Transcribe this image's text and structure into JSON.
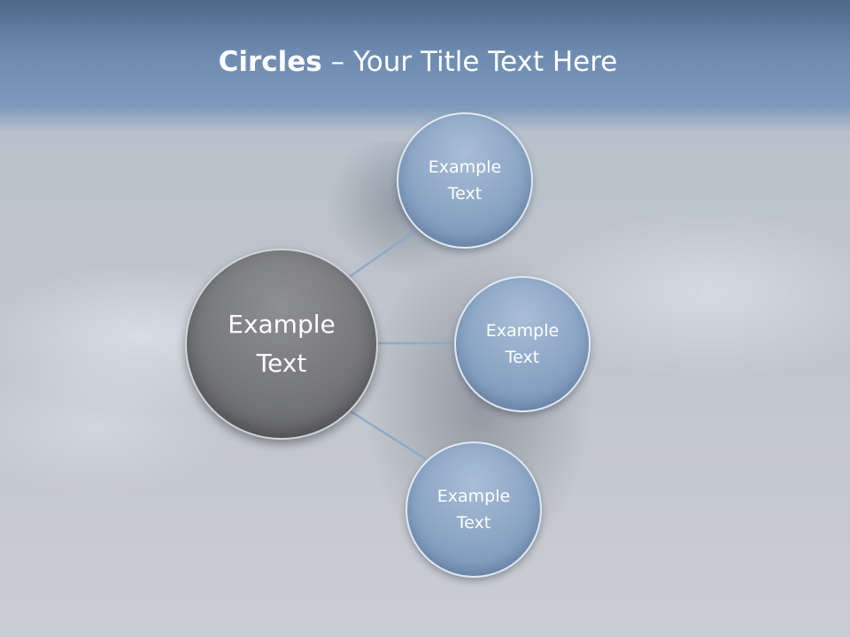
{
  "title": {
    "bold": "Circles",
    "rest": " – Your Title Text Here"
  },
  "diagram": {
    "center": {
      "line1": "Example",
      "line2": "Text"
    },
    "nodes": [
      {
        "line1": "Example",
        "line2": "Text"
      },
      {
        "line1": "Example",
        "line2": "Text"
      },
      {
        "line1": "Example",
        "line2": "Text"
      }
    ]
  },
  "colors": {
    "center_fill": "#76777a",
    "node_fill": "#8aa4c4",
    "connector": "#8fa9c8",
    "title_text": "#ffffff"
  }
}
